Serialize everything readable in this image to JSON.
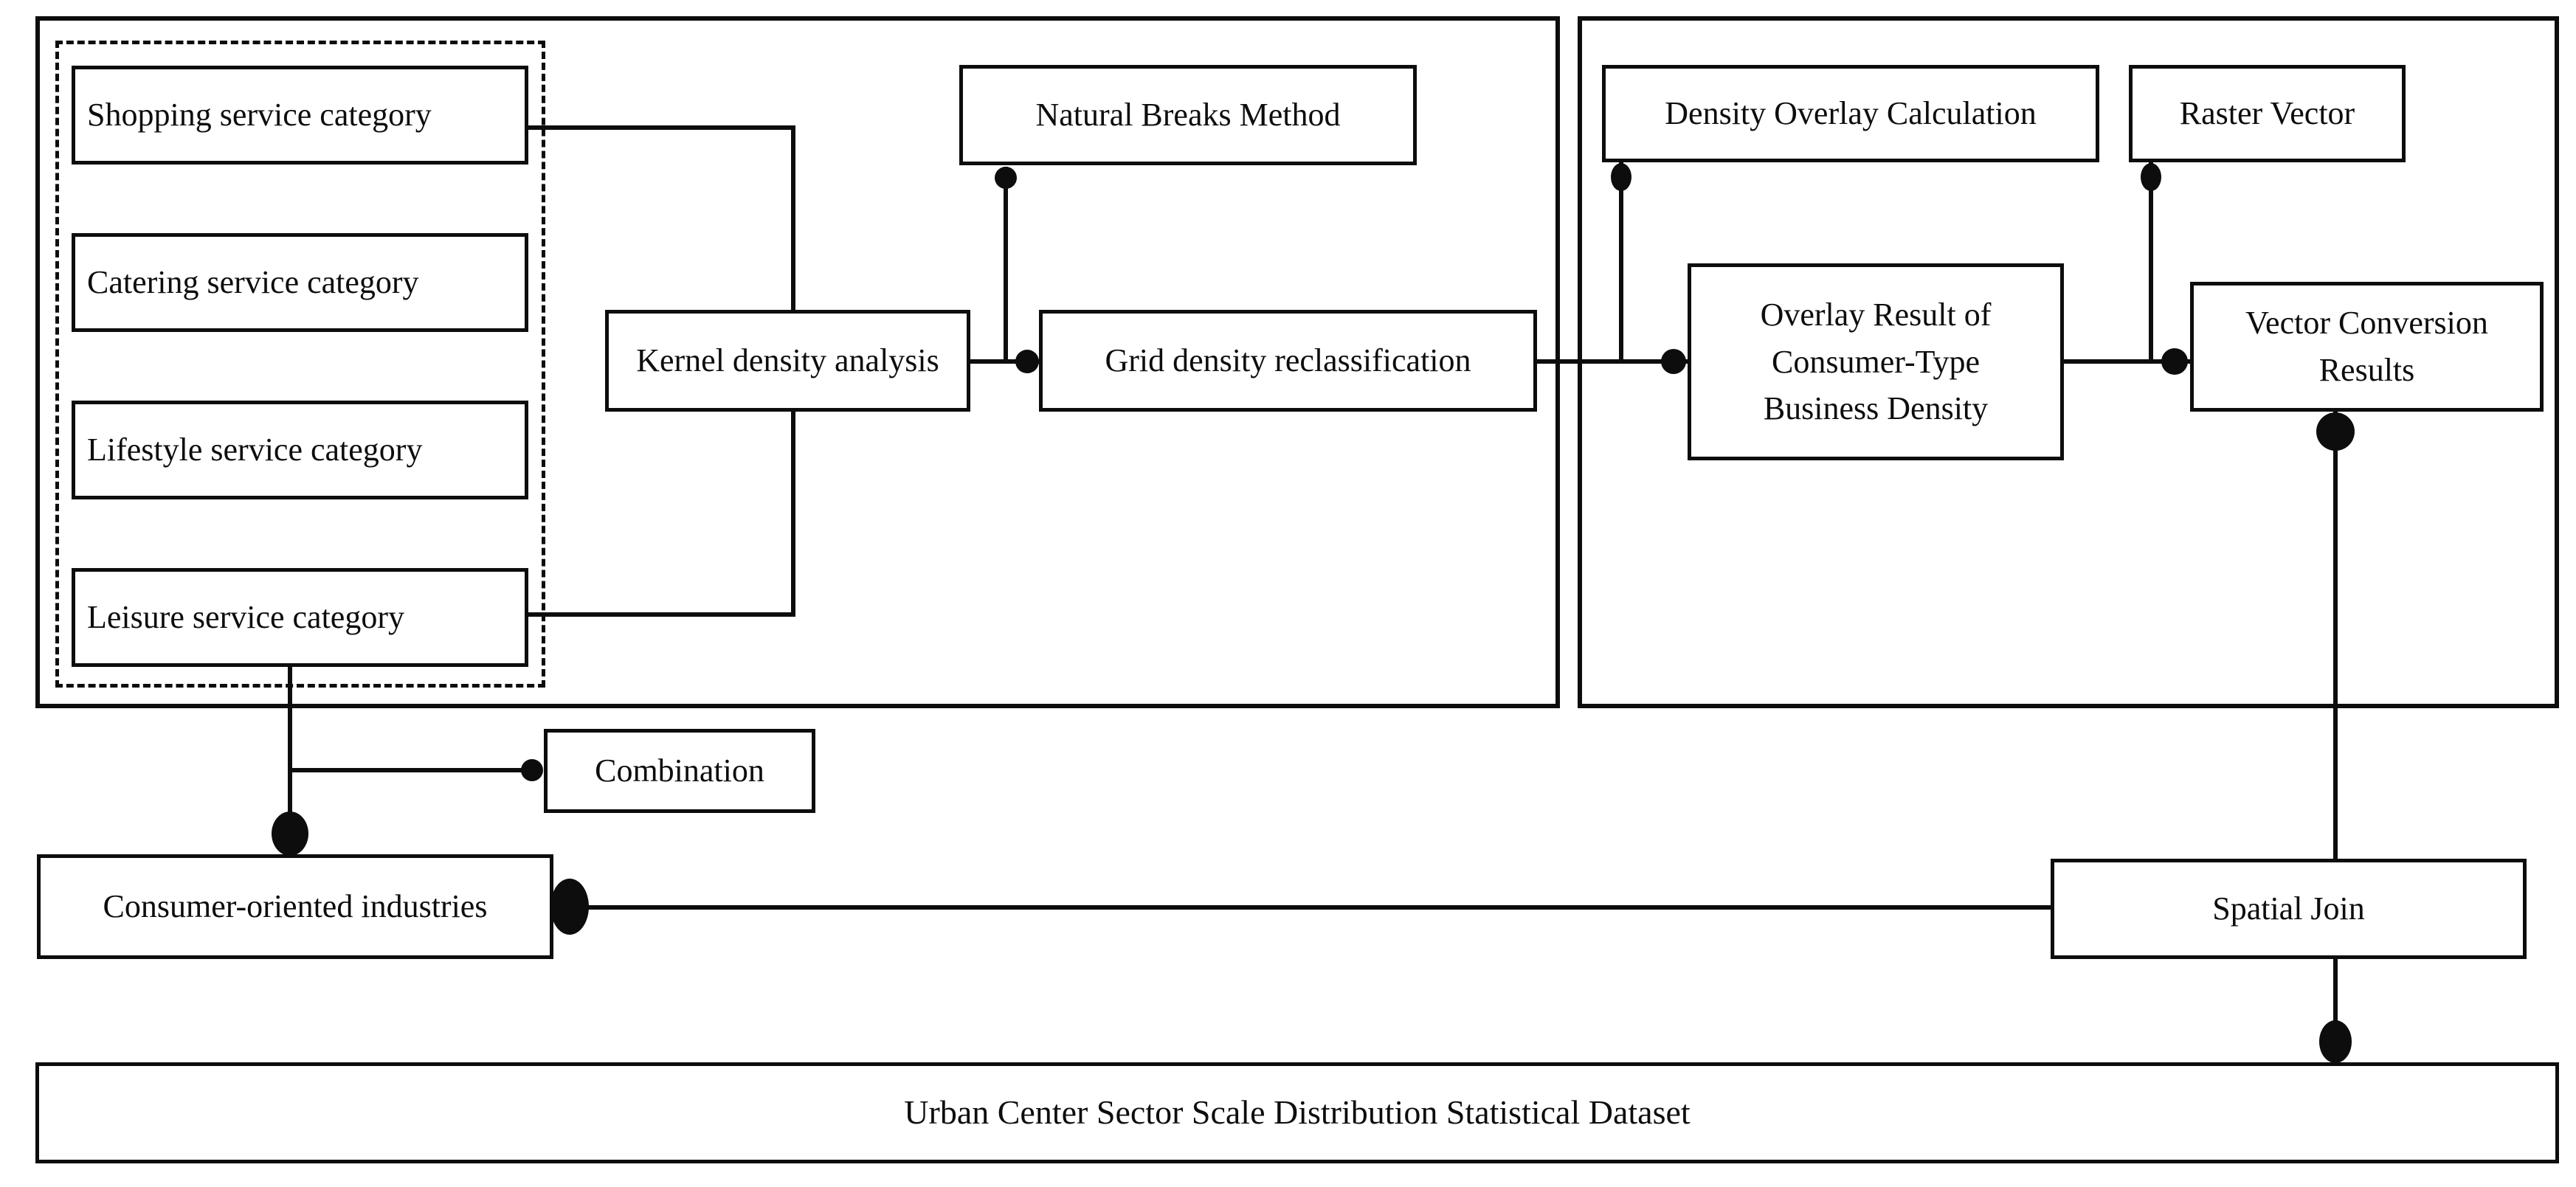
{
  "nodes": {
    "categories": [
      "Shopping service category",
      "Catering service category",
      "Lifestyle service category",
      "Leisure service category"
    ],
    "kernel_density": "Kernel density analysis",
    "natural_breaks": "Natural Breaks Method",
    "grid_reclassification": "Grid density reclassification",
    "density_overlay": "Density Overlay Calculation",
    "raster_vector": "Raster Vector",
    "overlay_result": {
      "line1": "Overlay Result of",
      "line2": "Consumer-Type",
      "line3": "Business Density"
    },
    "vector_conversion": {
      "line1": "Vector Conversion",
      "line2": "Results"
    },
    "combination": "Combination",
    "consumer_industries": "Consumer-oriented industries",
    "spatial_join": "Spatial Join",
    "dataset": "Urban Center Sector Scale Distribution Statistical Dataset"
  },
  "colors": {
    "ink": "#0d0d0d",
    "background": "#ffffff"
  }
}
